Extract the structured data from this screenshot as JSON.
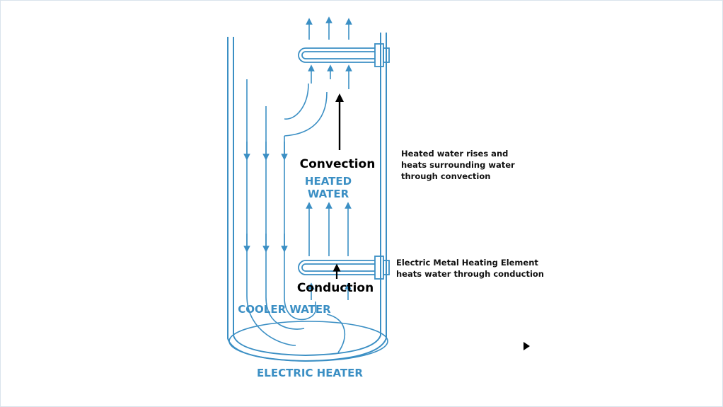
{
  "diagram": {
    "labels": {
      "heated_water_line1": "HEATED",
      "heated_water_line2": "WATER",
      "cooler_water": "COOLER WATER",
      "electric_heater": "ELECTRIC HEATER",
      "convection": "Convection",
      "conduction": "Conduction"
    },
    "notes": {
      "convection_note": [
        "Heated water rises and",
        "heats surrounding water",
        "through convection"
      ],
      "conduction_note": [
        "Electric Metal Heating Element",
        "heats water through conduction"
      ]
    },
    "colors": {
      "drawing": "#3b8fc4",
      "annotation": "#000000"
    },
    "icons": [
      "play-icon"
    ]
  }
}
